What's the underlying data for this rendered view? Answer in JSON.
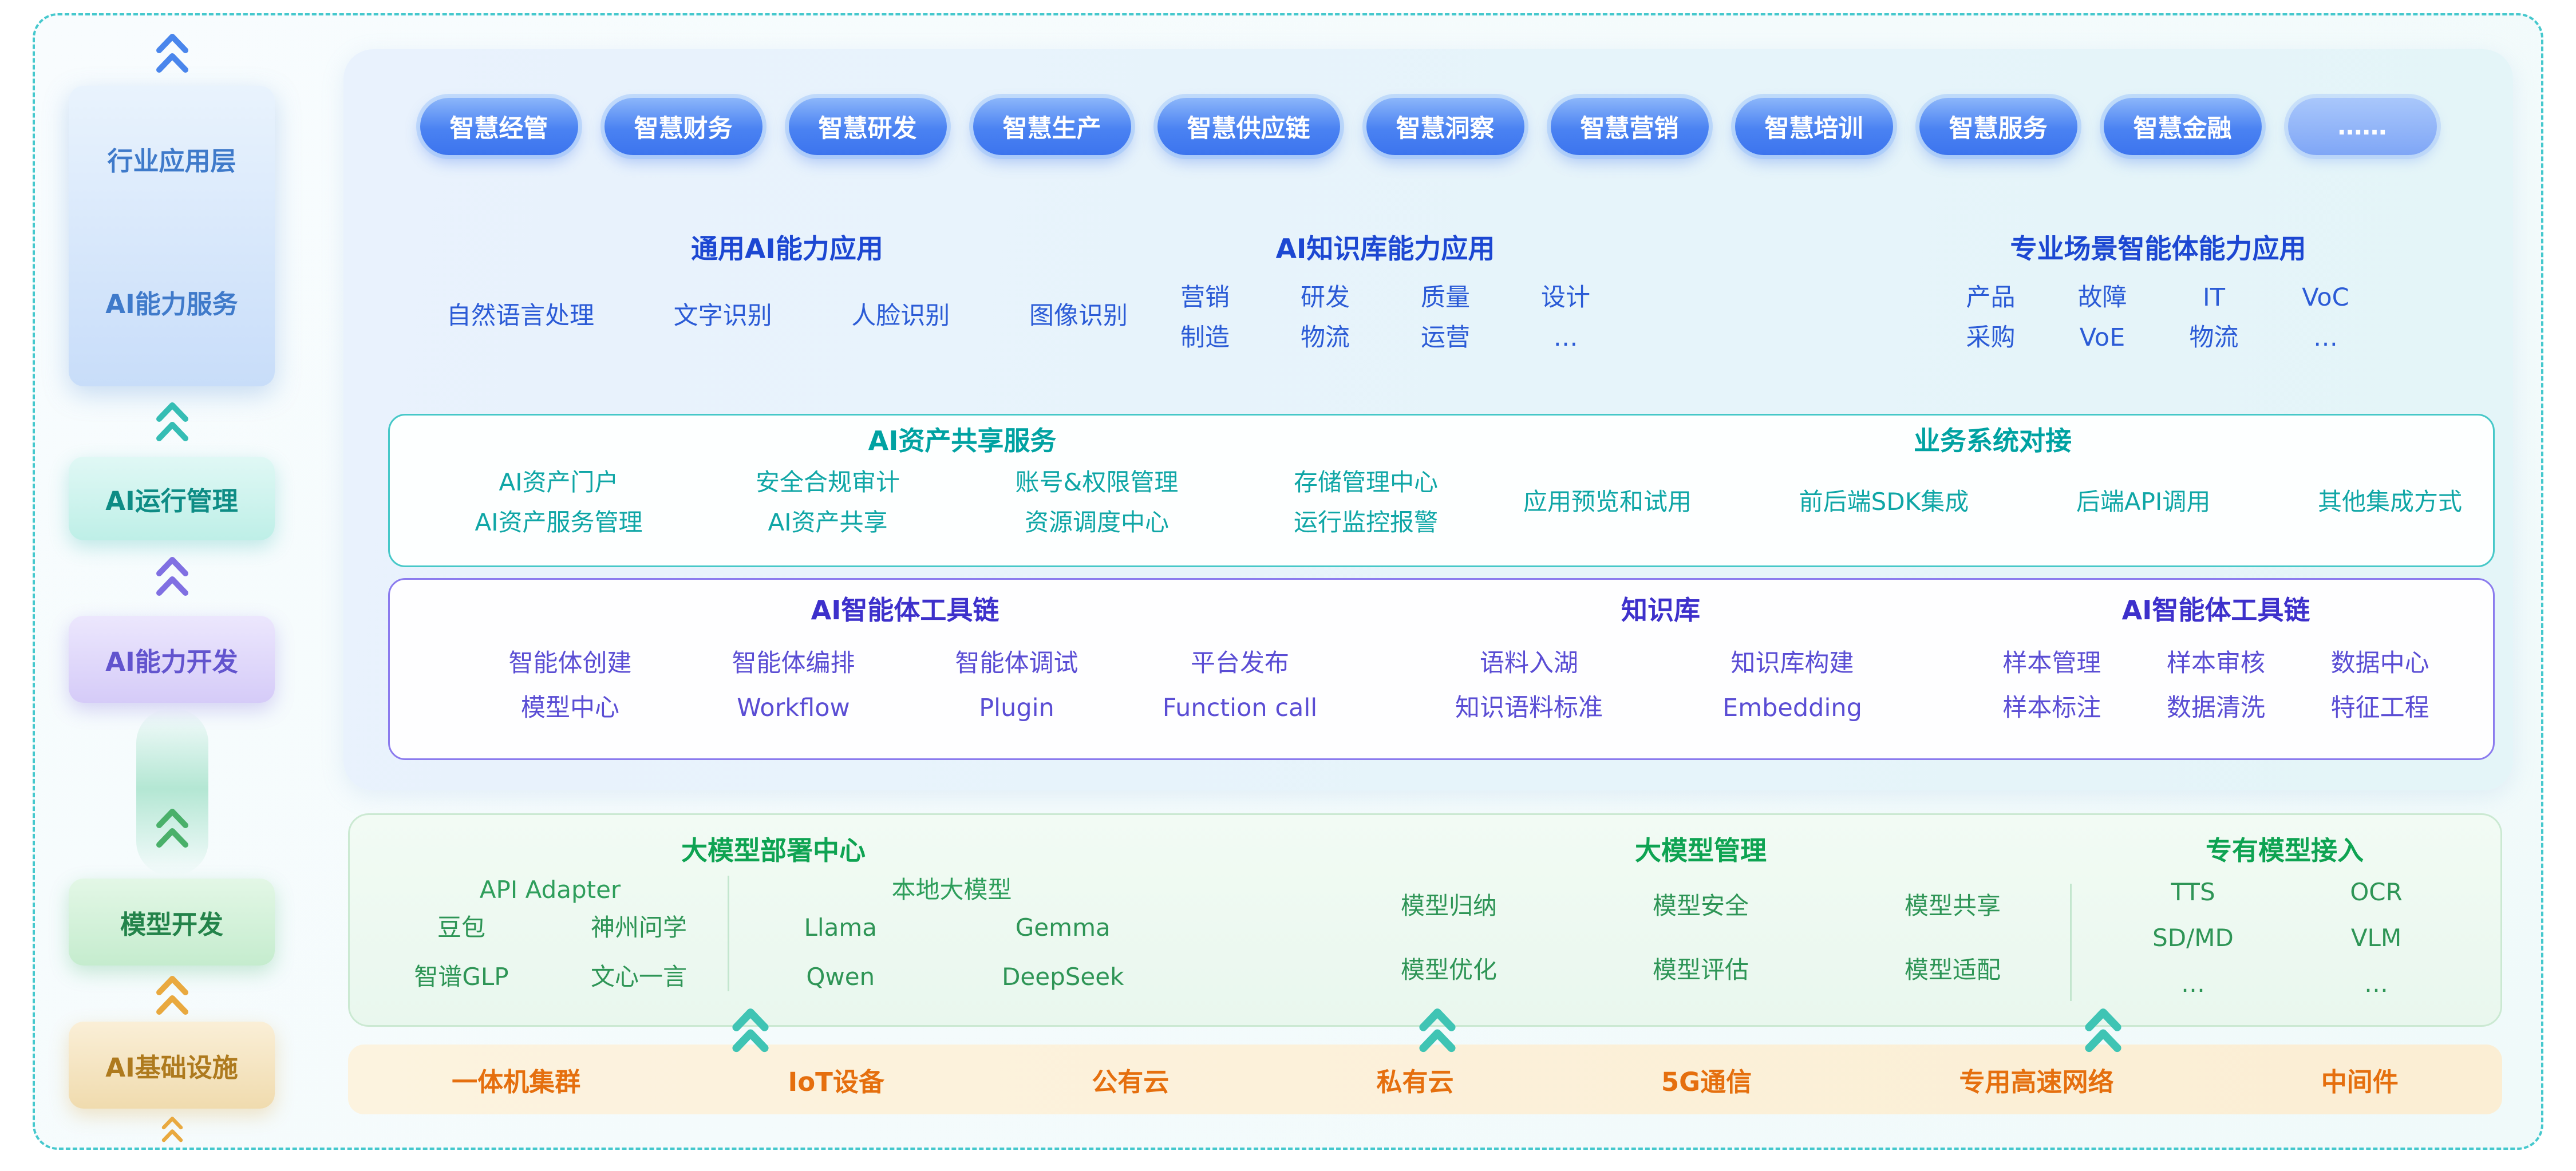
{
  "colors": {
    "frame_dashed": "#45C8CD",
    "pill_blue": "#3C74EE",
    "capability_blue": "#1C47D2",
    "asset_teal": "#00A2A2",
    "agent_purple": "#3D30CB",
    "model_green": "#0EA352",
    "infra_orange": "#E56F0E"
  },
  "sidebar": {
    "app_layer": {
      "top": "行业应用层",
      "bottom": "AI能力服务"
    },
    "run": "AI运行管理",
    "dev": "AI能力开发",
    "model": "模型开发",
    "infra": "AI基础设施"
  },
  "pills": [
    "智慧经管",
    "智慧财务",
    "智慧研发",
    "智慧生产",
    "智慧供应链",
    "智慧洞察",
    "智慧营销",
    "智慧培训",
    "智慧服务",
    "智慧金融",
    "……"
  ],
  "capability": {
    "general": {
      "title": "通用AI能力应用",
      "items": [
        "自然语言处理",
        "文字识别",
        "人脸识别",
        "图像识别"
      ]
    },
    "knowledge": {
      "title": "AI知识库能力应用",
      "rows": [
        [
          "营销",
          "研发",
          "质量",
          "设计"
        ],
        [
          "制造",
          "物流",
          "运营",
          "…"
        ]
      ]
    },
    "scenario": {
      "title": "专业场景智能体能力应用",
      "rows": [
        [
          "产品",
          "故障",
          "IT",
          "VoC"
        ],
        [
          "采购",
          "VoE",
          "物流",
          "…"
        ]
      ]
    }
  },
  "asset_band": {
    "share": {
      "title": "AI资产共享服务",
      "rows": [
        [
          "AI资产门户",
          "安全合规审计",
          "账号&权限管理",
          "存储管理中心"
        ],
        [
          "AI资产服务管理",
          "AI资产共享",
          "资源调度中心",
          "运行监控报警"
        ]
      ]
    },
    "integration": {
      "title": "业务系统对接",
      "items": [
        "应用预览和试用",
        "前后端SDK集成",
        "后端API调用",
        "其他集成方式"
      ]
    }
  },
  "agent_band": {
    "toolchain": {
      "title": "AI智能体工具链",
      "rows": [
        [
          "智能体创建",
          "智能体编排",
          "智能体调试",
          "平台发布"
        ],
        [
          "模型中心",
          "Workflow",
          "Plugin",
          "Function call"
        ]
      ]
    },
    "kb": {
      "title": "知识库",
      "rows": [
        [
          "语料入湖",
          "知识库构建"
        ],
        [
          "知识语料标准",
          "Embedding"
        ]
      ]
    },
    "toolchain2": {
      "title": "AI智能体工具链",
      "rows": [
        [
          "样本管理",
          "样本审核",
          "数据中心"
        ],
        [
          "样本标注",
          "数据清洗",
          "特征工程"
        ]
      ]
    }
  },
  "model_band": {
    "deploy": {
      "title": "大模型部署中心",
      "api": {
        "title": "API Adapter",
        "rows": [
          [
            "豆包",
            "神州问学"
          ],
          [
            "智谱GLP",
            "文心一言"
          ]
        ]
      },
      "local": {
        "title": "本地大模型",
        "rows": [
          [
            "Llama",
            "Gemma"
          ],
          [
            "Qwen",
            "DeepSeek"
          ]
        ]
      }
    },
    "manage": {
      "title": "大模型管理",
      "rows": [
        [
          "模型归纳",
          "模型安全",
          "模型共享"
        ],
        [
          "模型优化",
          "模型评估",
          "模型适配"
        ]
      ]
    },
    "private": {
      "title": "专有模型接入",
      "rows": [
        [
          "TTS",
          "OCR"
        ],
        [
          "SD/MD",
          "VLM"
        ],
        [
          "…",
          "…"
        ]
      ]
    }
  },
  "infra_band": {
    "items": [
      "一体机集群",
      "IoT设备",
      "公有云",
      "私有云",
      "5G通信",
      "专用高速网络",
      "中间件"
    ]
  }
}
